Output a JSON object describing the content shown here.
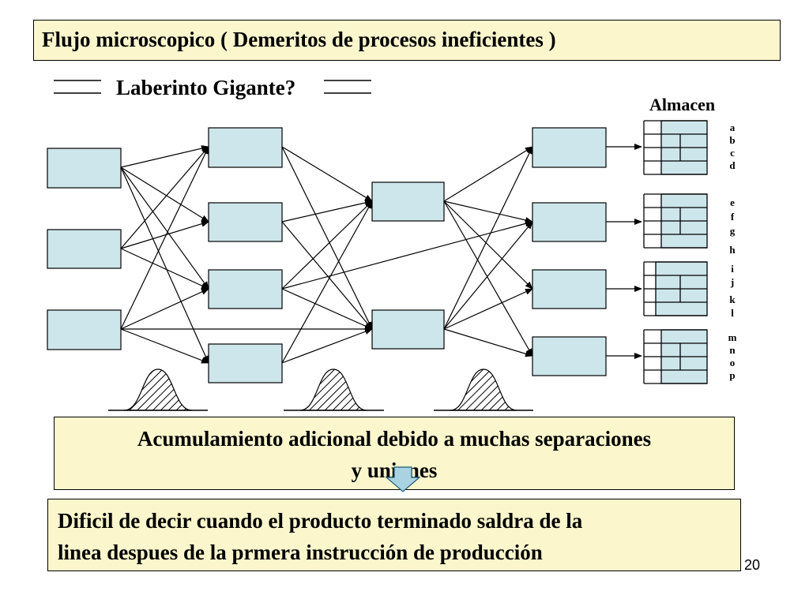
{
  "title": "Flujo microscopico ( Demeritos  de procesos ineficientes )",
  "subtitle": "Laberinto Gigante?",
  "store": {
    "label": "Almacen",
    "letter_groups": [
      [
        "a",
        "b",
        "c",
        "d"
      ],
      [
        "e",
        "f",
        "g",
        "h"
      ],
      [
        "i",
        "j",
        "k",
        "l"
      ],
      [
        "m",
        "n",
        "o",
        "p"
      ]
    ]
  },
  "caption": {
    "line1": "Acumulamiento adicional debido a muchas separaciones",
    "line2": "y uniones"
  },
  "result": {
    "line1": "Dificil de decir cuando el producto terminado saldra de la",
    "line2": "linea despues de la prmera instrucción de producción"
  },
  "page_number": "20",
  "colors": {
    "box_fill": "#cde6ec",
    "note_fill": "#fbf6cc",
    "arrow_fill": "#a9d3e0"
  }
}
